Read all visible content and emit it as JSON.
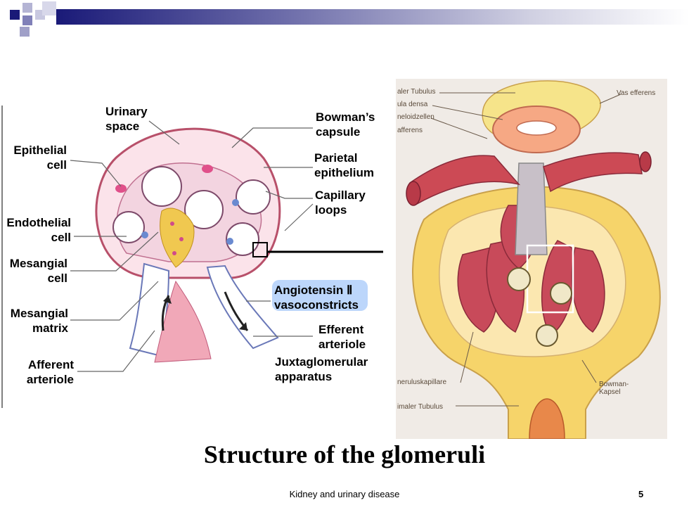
{
  "slide": {
    "title": "Structure of the glomeruli",
    "footer": "Kidney and urinary disease",
    "page_number": "5"
  },
  "left_diagram": {
    "labels": {
      "urinary_space": "Urinary\nspace",
      "bowmans_capsule": "Bowman’s\ncapsule",
      "epithelial_cell": "Epithelial\ncell",
      "parietal_epithelium": "Parietal\nepithelium",
      "capillary_loops": "Capillary\nloops",
      "endothelial_cell": "Endothelial\ncell",
      "mesangial_cell": "Mesangial\ncell",
      "angiotensin": "Angiotensin Ⅱ\nvasoconstricts",
      "mesangial_matrix": "Mesangial\nmatrix",
      "efferent_arteriole": "Efferent\narteriole",
      "afferent_arteriole": "Afferent\narteriole",
      "juxtaglomerular_apparatus": "Juxtaglomerular\napparatus"
    }
  },
  "right_diagram": {
    "labels": {
      "distal_tubule": "aler Tubulus",
      "macula_densa": "ula densa",
      "epitheloid_cells": "neloidzellen",
      "vas_afferens": "afferens",
      "vas_efferens": "Vas efferens",
      "glomerulus_capillaries": "neruluskapillare",
      "bowman_capsule": "Bowman-\nKapsel",
      "proximal_tubule": "imaler Tubulus"
    }
  }
}
